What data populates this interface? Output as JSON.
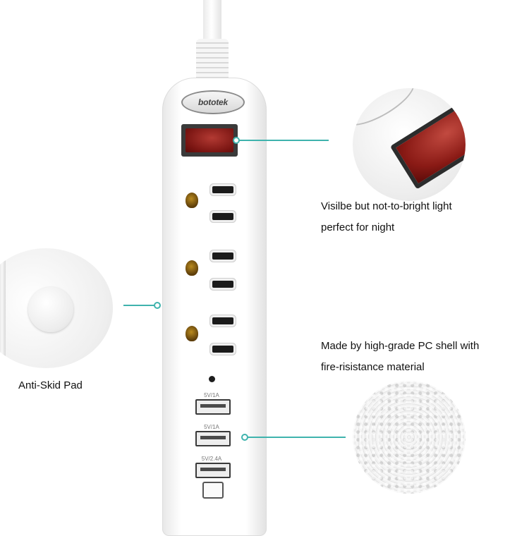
{
  "product": {
    "brand_logo": "bototek",
    "usb_ports": [
      {
        "label": "5V/1A"
      },
      {
        "label": "5V/1A"
      },
      {
        "label": "5V/2.4A"
      }
    ]
  },
  "callouts": {
    "light": {
      "line1": "Visilbe but not-to-bright light",
      "line2": "perfect for night"
    },
    "pad": {
      "text": "Anti-Skid Pad"
    },
    "shell": {
      "line1": "Made by high-grade PC shell with",
      "line2": "fire-risistance material"
    }
  },
  "colors": {
    "callout_line": "#3fb3ad",
    "switch_red": "#7a1512",
    "ground_pin": "#b98a1e",
    "strip_body": "#ffffff"
  }
}
